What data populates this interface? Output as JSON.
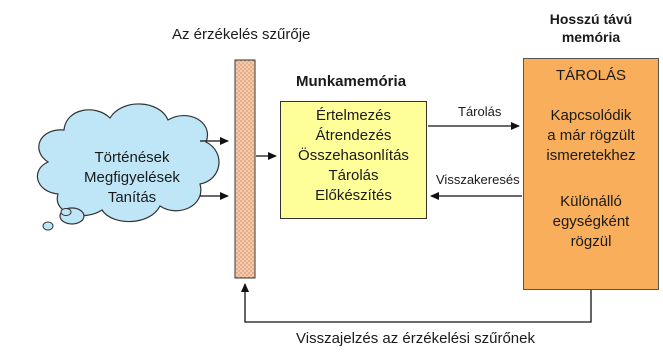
{
  "filter_label": "Az érzékelés szűrője",
  "working_memory": {
    "title": "Munkamemória",
    "items": [
      "Értelmezés",
      "Átrendezés",
      "Összehasonlítás",
      "Tárolás",
      "Előkészítés"
    ]
  },
  "long_term_memory": {
    "title_line1": "Hosszú távú",
    "title_line2": "memória",
    "storage_label": "TÁROLÁS",
    "block1": [
      "Kapcsolódik",
      "a már rögzült",
      "ismeretekhez"
    ],
    "block2": [
      "Különálló",
      "egységként",
      "rögzül"
    ]
  },
  "inputs": [
    "Történések",
    "Megfigyelések",
    "Tanítás"
  ],
  "arrow_store_label": "Tárolás",
  "arrow_retrieve_label": "Visszakeresés",
  "feedback_label": "Visszajelzés az érzékelési szűrőnek",
  "colors": {
    "cloud": "#bfe6f7",
    "filter": "#f7c9a8",
    "working_memory": "#ffff99",
    "long_term_memory": "#f9ae5b"
  }
}
